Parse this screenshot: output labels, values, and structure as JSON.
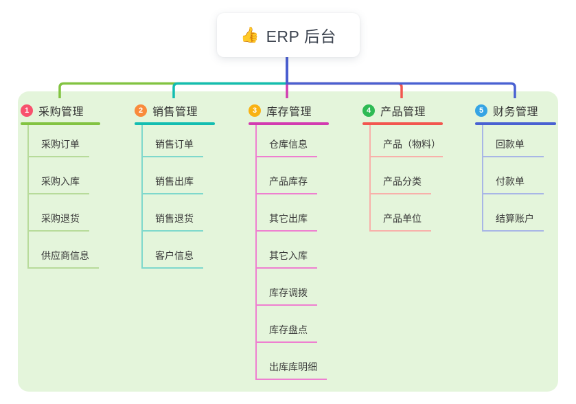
{
  "root": {
    "icon": "thumbs-up",
    "icon_char": "👍",
    "title": "ERP 后台"
  },
  "colors": {
    "canvas_bg": "#ffffff",
    "panel_bg": "#e4f5db",
    "root_line": "#4a5ed0",
    "text": "#333333"
  },
  "branches": [
    {
      "badge": "1",
      "label": "采购管理",
      "badge_color": "#f8516d",
      "line_color": "#82c341",
      "child_line_color": "#b7db9a",
      "children": [
        "采购订单",
        "采购入库",
        "采购退货",
        "供应商信息"
      ]
    },
    {
      "badge": "2",
      "label": "销售管理",
      "badge_color": "#f98b3c",
      "line_color": "#13bdb1",
      "child_line_color": "#7ed8cc",
      "children": [
        "销售订单",
        "销售出库",
        "销售退货",
        "客户信息"
      ]
    },
    {
      "badge": "3",
      "label": "库存管理",
      "badge_color": "#f9b213",
      "line_color": "#d23bb0",
      "child_line_color": "#ee7fd0",
      "children": [
        "仓库信息",
        "产品库存",
        "其它出库",
        "其它入库",
        "库存调拨",
        "库存盘点",
        "出库库明细"
      ]
    },
    {
      "badge": "4",
      "label": "产品管理",
      "badge_color": "#2eba54",
      "line_color": "#f2564f",
      "child_line_color": "#f8b0aa",
      "children": [
        "产品（物料）",
        "产品分类",
        "产品单位"
      ]
    },
    {
      "badge": "5",
      "label": "财务管理",
      "badge_color": "#35a4e4",
      "line_color": "#4961d2",
      "child_line_color": "#a8b6e6",
      "children": [
        "回款单",
        "付款单",
        "结算账户"
      ]
    }
  ]
}
